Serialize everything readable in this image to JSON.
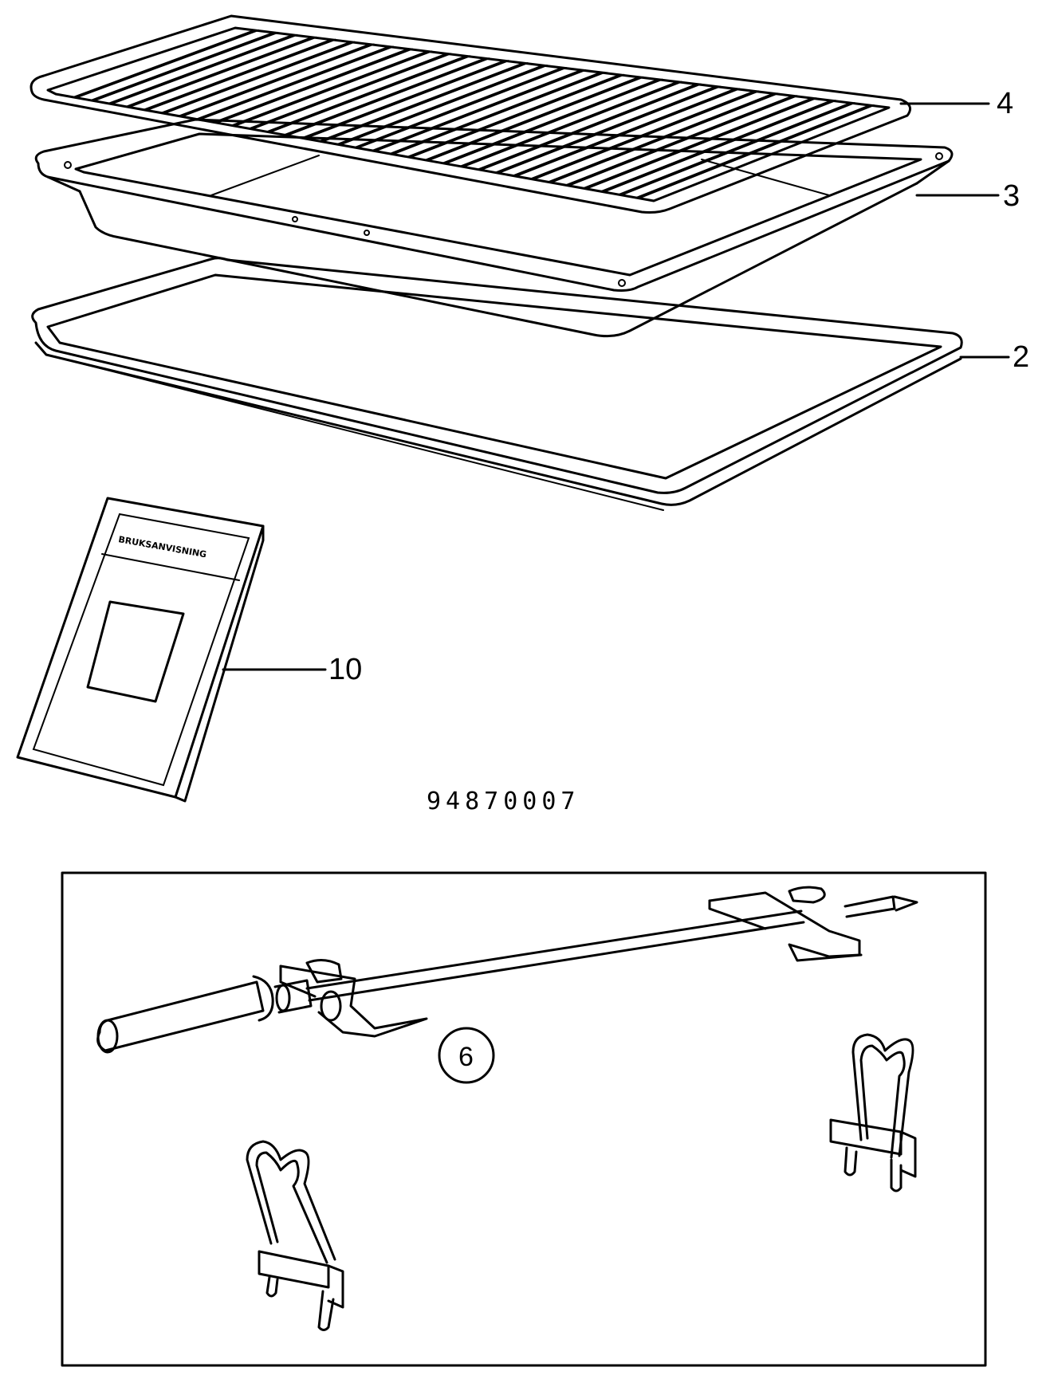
{
  "callouts": {
    "rack": "4",
    "deep_tray": "3",
    "shallow_tray": "2",
    "booklet": "10",
    "rotisserie": "6"
  },
  "document_number": "94870007",
  "booklet_title": "BRUKSANVISNING"
}
